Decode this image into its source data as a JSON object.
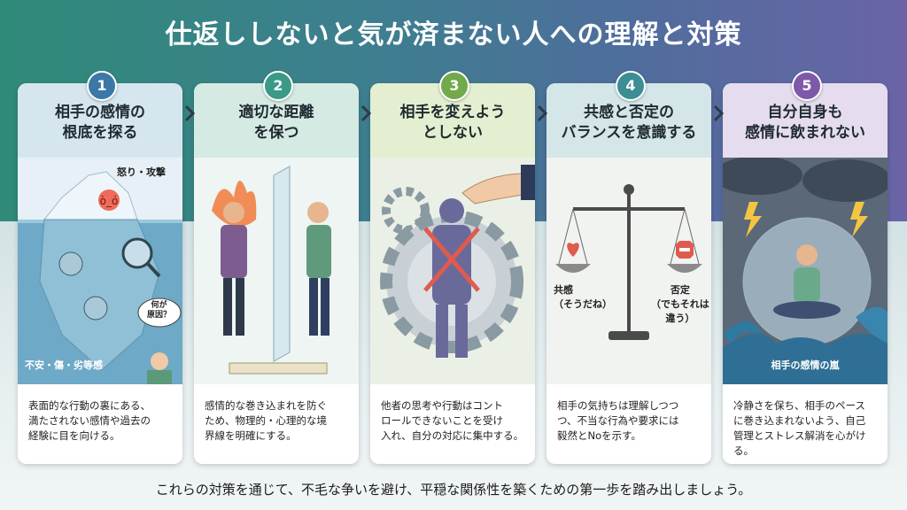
{
  "title": "仕返ししないと気が済まない人への理解と対策",
  "cards": [
    {
      "num": "1",
      "title": "相手の感情の\n根底を探る",
      "desc": "表面的な行動の裏にある、\n満たされない感情や過去の\n経験に目を向ける。",
      "labels": {
        "top": "怒り・攻撃",
        "bubble": "何が\n原因？",
        "bottom": "不安・傷・劣等感"
      }
    },
    {
      "num": "2",
      "title": "適切な距離\nを保つ",
      "desc": "感情的な巻き込まれを防ぐ\nため、物理的・心理的な境\n界線を明確にする。"
    },
    {
      "num": "3",
      "title": "相手を変えよう\nとしない",
      "desc": "他者の思考や行動はコント\nロールできないことを受け\n入れ、自分の対応に集中する。"
    },
    {
      "num": "4",
      "title": "共感と否定の\nバランスを意識する",
      "desc": "相手の気持ちは理解しつつ\nつ、不当な行為や要求には\n毅然とNoを示す。",
      "labels": {
        "left": "共感\n（そうだね）",
        "right": "否定\n（でもそれは\n違う）"
      }
    },
    {
      "num": "5",
      "title": "自分自身も\n感情に飲まれない",
      "desc": "冷静さを保ち、相手のペース\nに巻き込まれないよう、自己\n管理とストレス解消を心がける。",
      "labels": {
        "storm": "相手の感情の嵐"
      }
    }
  ],
  "footer": "これらの対策を通じて、不毛な争いを避け、平穏な関係性を築くための第一歩を踏み出しましょう。",
  "colors": {
    "card1": "#d5e6ef",
    "card2": "#d6eae4",
    "card3": "#e3efd0",
    "card4": "#d4e6e7",
    "card5": "#e5dcef",
    "badge1": "#3b78a8",
    "badge2": "#3a9a86",
    "badge3": "#72a94a",
    "badge4": "#3c8d94",
    "badge5": "#7d5aa8"
  }
}
